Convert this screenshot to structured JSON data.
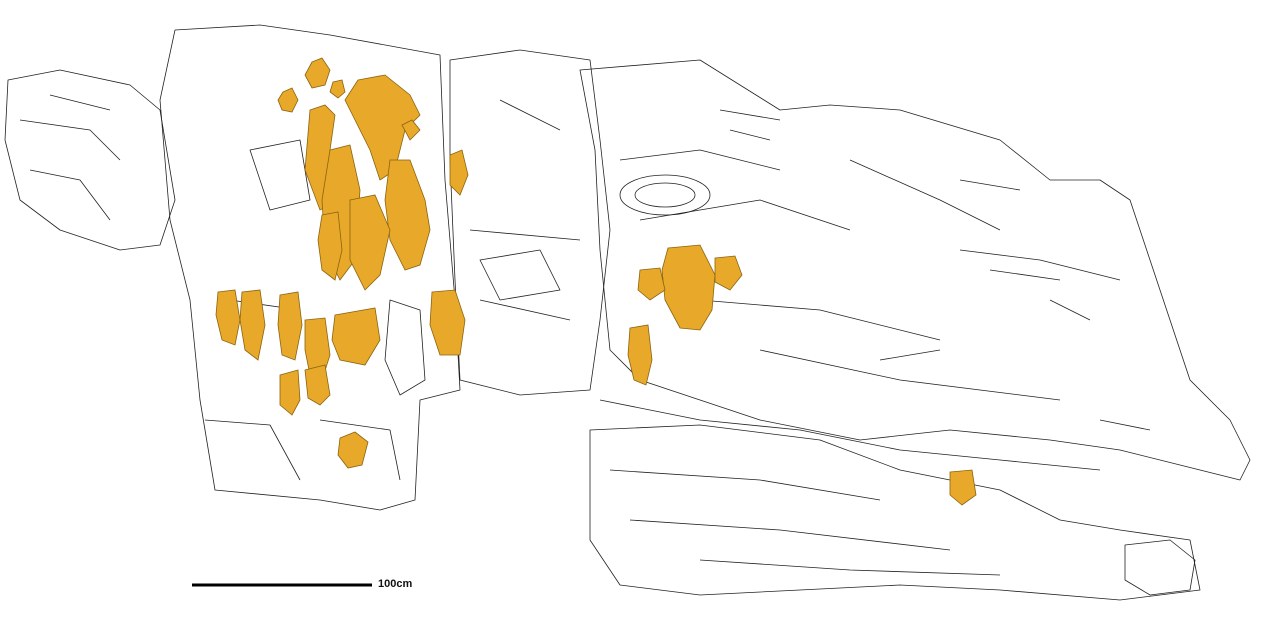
{
  "scale_bar": {
    "label": "100cm",
    "value": 100,
    "unit": "cm"
  },
  "colors": {
    "outline": "#222222",
    "figure_fill": "#E8A829",
    "figure_stroke": "#8A6410",
    "background": "#ffffff"
  }
}
